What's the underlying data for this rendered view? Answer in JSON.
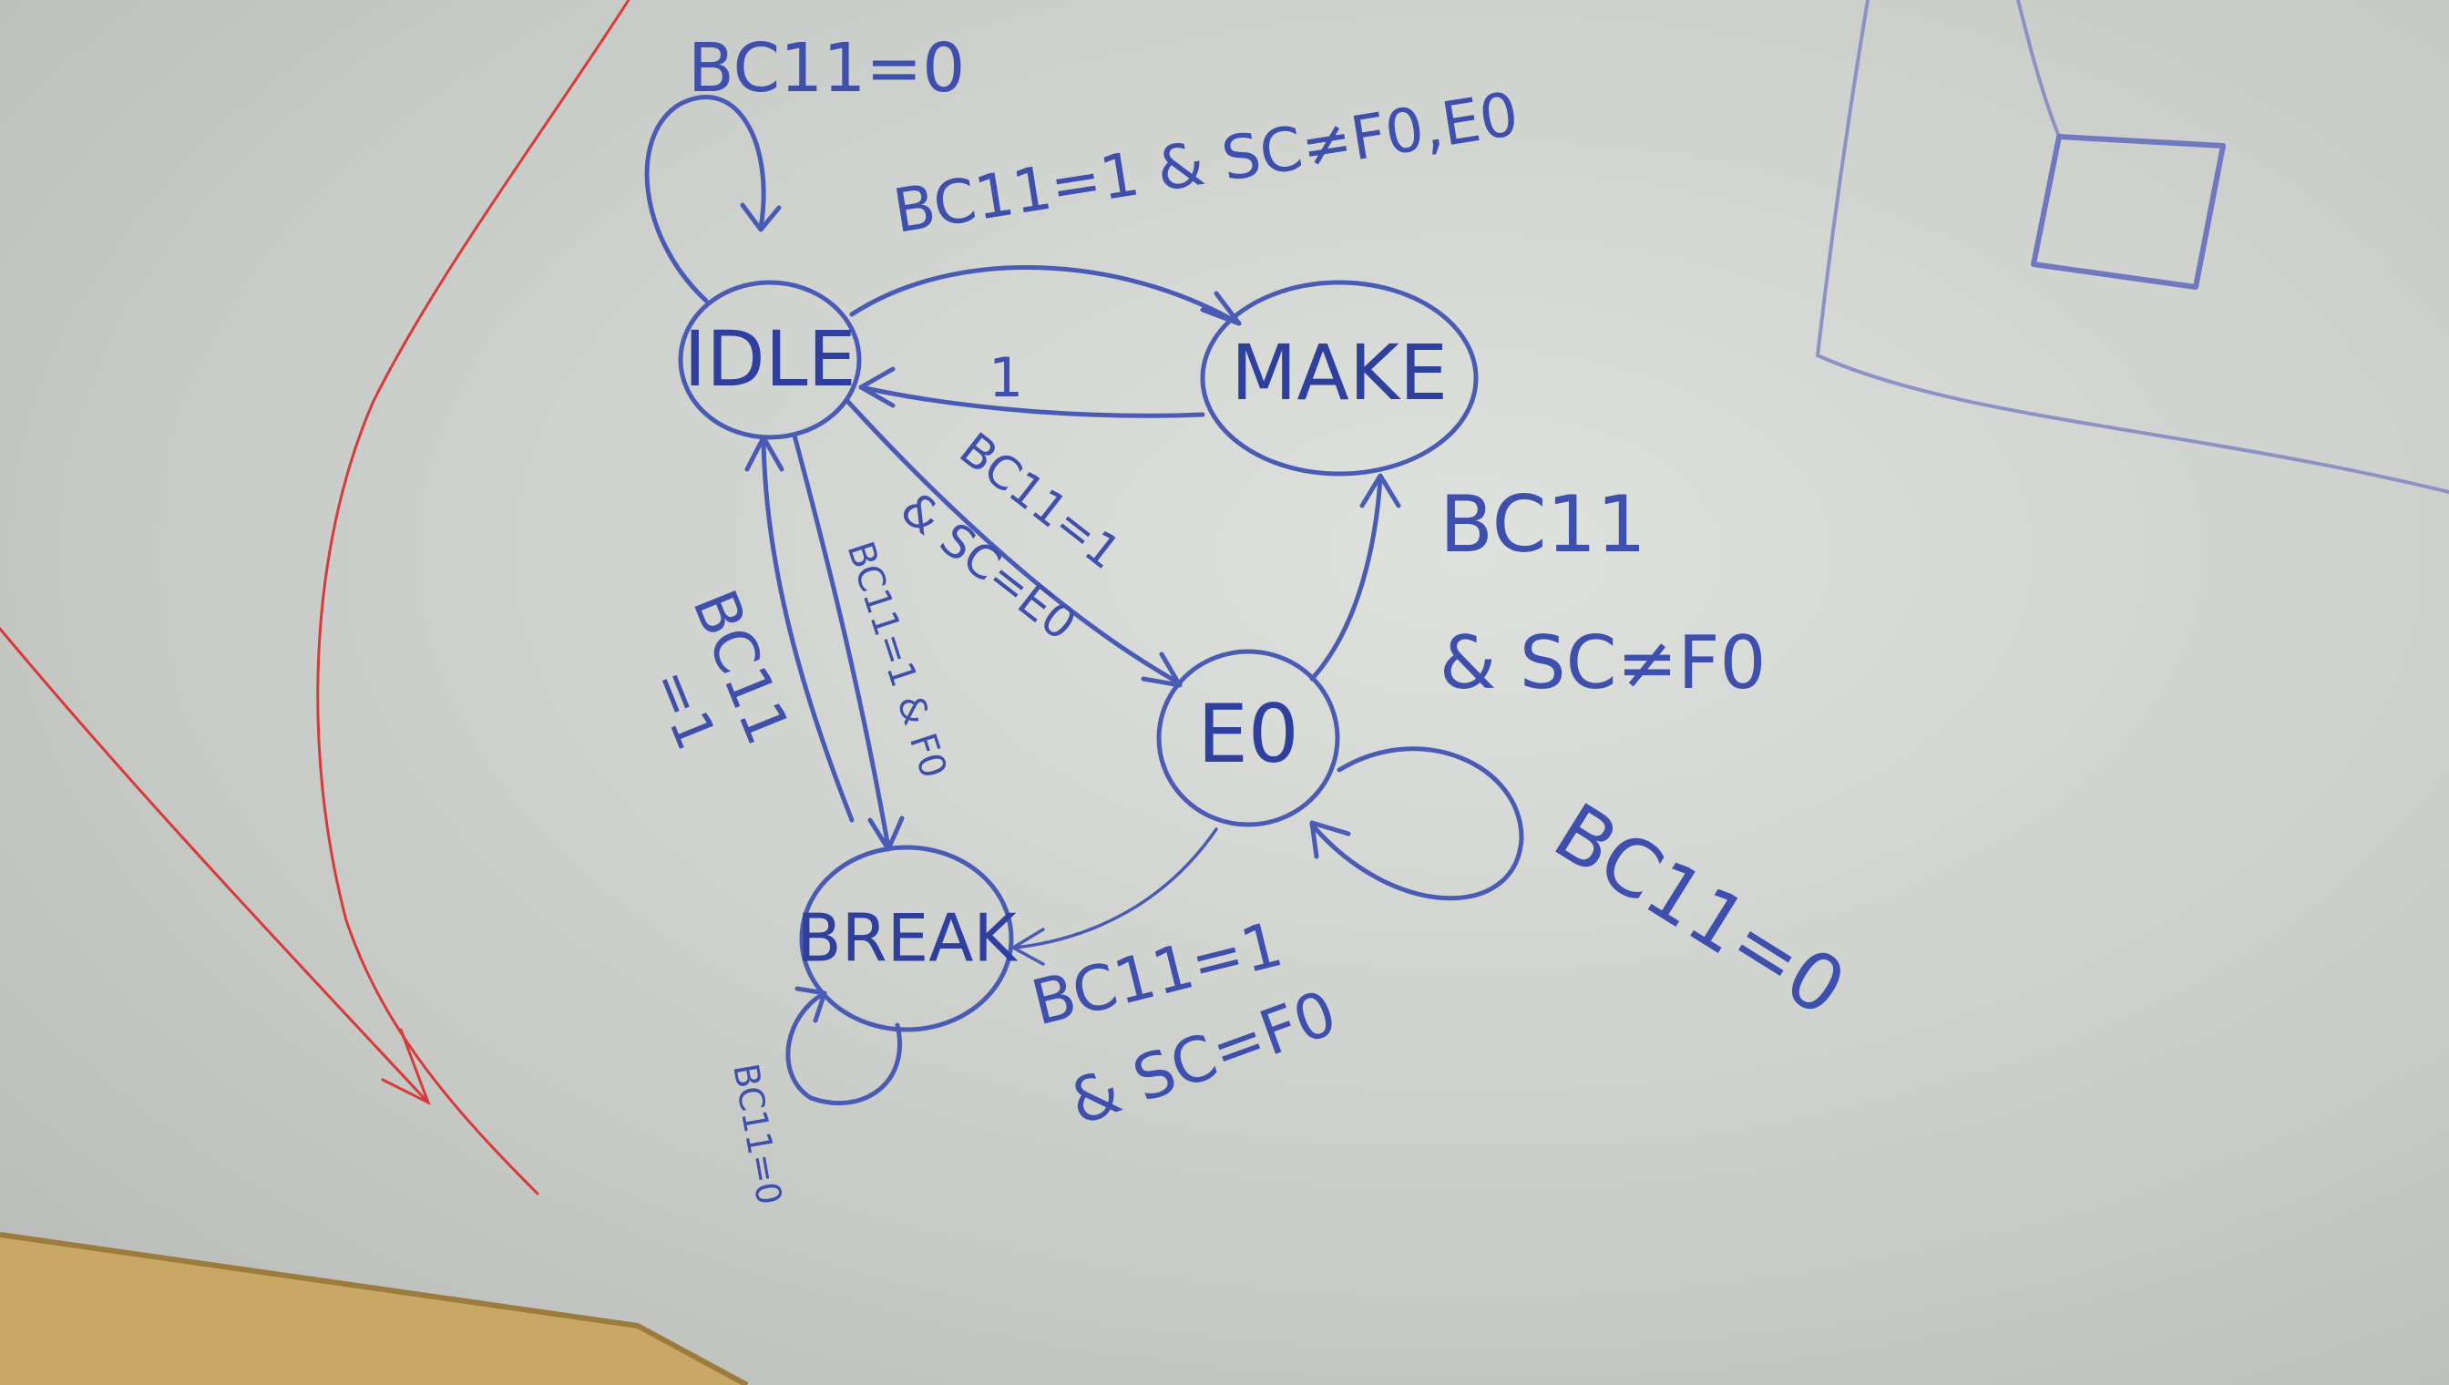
{
  "states": {
    "idle": "IDLE",
    "make": "MAKE",
    "e0": "E0",
    "break": "BREAK"
  },
  "transitions": {
    "idle_self": "BC11=0",
    "idle_to_make": "BC11=1 & SC≠F0,E0",
    "make_to_idle": "1",
    "idle_to_e0_line1": "BC11=1",
    "idle_to_e0_line2": "& SC=E0",
    "idle_to_break": "BC11=1 & F0",
    "break_to_idle_line1": "BC11",
    "break_to_idle_line2": "=1",
    "e0_to_make_line1": "BC11",
    "e0_to_make_line2": "& SC≠F0",
    "e0_self": "BC11=0",
    "e0_to_break_line1": "BC11=1",
    "e0_to_break_line2": "& SC=F0",
    "break_self": "BC11=0"
  },
  "colors": {
    "ink": "#4a5bb5",
    "red_marker": "#d83a3a",
    "board": "#d4d6d3",
    "frame_wood": "#c9a865"
  }
}
